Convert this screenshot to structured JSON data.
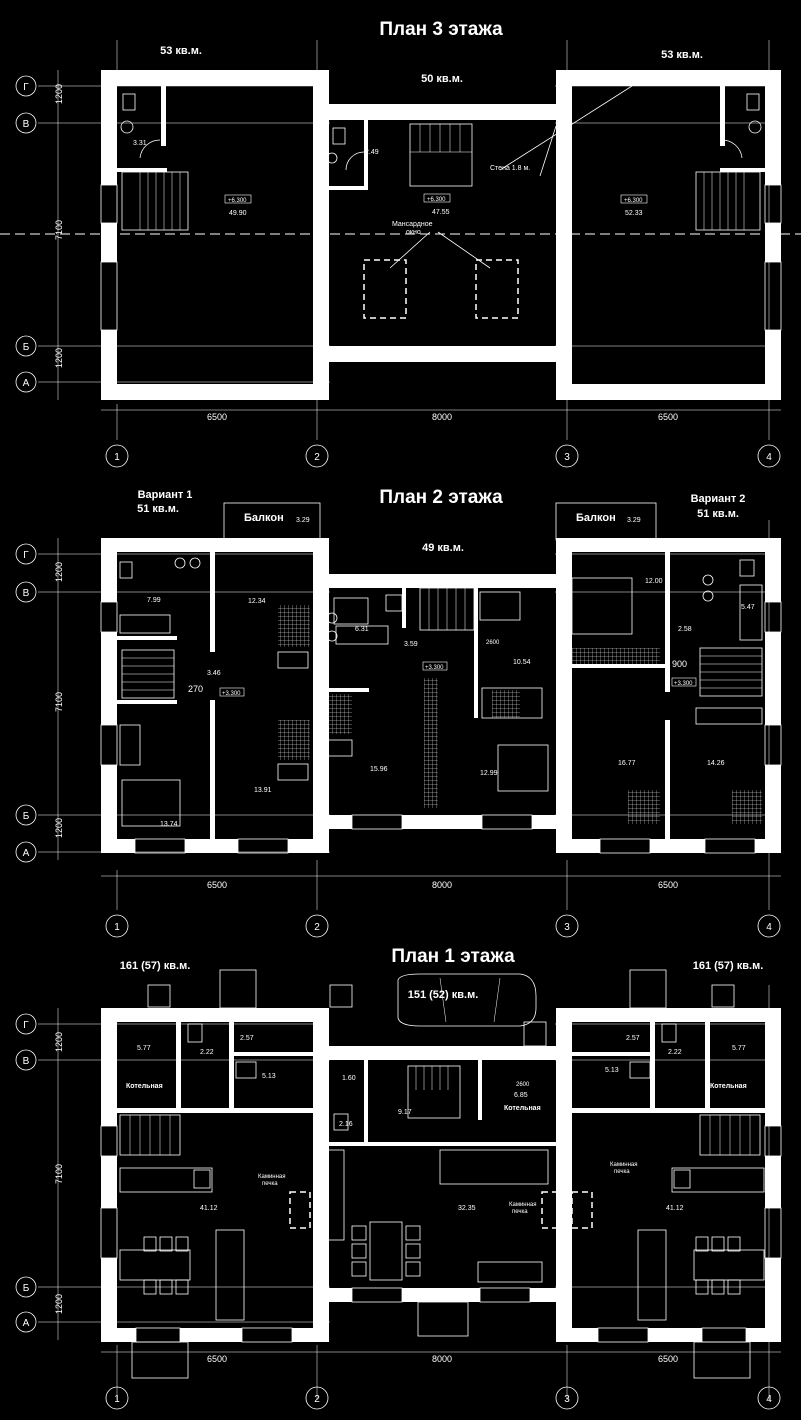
{
  "floor3": {
    "title": "План 3 этажа",
    "left_area": "53 кв.м.",
    "center_area": "50 кв.м.",
    "right_area": "53 кв.м.",
    "rooms": [
      "3.31",
      "2.49",
      "47.55",
      "49.90",
      "52.33"
    ],
    "levels": [
      "+6.300",
      "+6.300",
      "+6.300"
    ],
    "note_wall": "Стена 1.8 м.",
    "note_window_1": "Мансардное",
    "note_window_2": "окно"
  },
  "floor2": {
    "title": "План 2 этажа",
    "left_variant": "Вариант 1",
    "left_area": "51 кв.м.",
    "center_area": "49 кв.м.",
    "right_variant": "Вариант 2",
    "right_area": "51 кв.м.",
    "balcony": "Балкон",
    "balcony_area": "3.29",
    "rooms_left": [
      "7.99",
      "12.34",
      "3.46",
      "13.91",
      "13.74"
    ],
    "rooms_center": [
      "6.31",
      "3.59",
      "10.54",
      "15.96",
      "12.99"
    ],
    "rooms_right": [
      "12.00",
      "5.47",
      "2.58",
      "16.77",
      "14.26"
    ],
    "dims": [
      "270",
      "900",
      "2600"
    ],
    "levels": [
      "+3.300",
      "+3.300",
      "+3.300"
    ]
  },
  "floor1": {
    "title": "План 1 этажа",
    "left_area": "161 (57) кв.м.",
    "center_area": "151 (52) кв.м.",
    "right_area": "161 (57) кв.м.",
    "boiler": "Котельная",
    "fireplace_1": "Каминная",
    "fireplace_2": "печка",
    "rooms_left": [
      "5.77",
      "2.22",
      "2.57",
      "5.13",
      "41.12"
    ],
    "rooms_center": [
      "1.60",
      "9.17",
      "6.85",
      "2.16",
      "32.35"
    ],
    "rooms_right": [
      "2.57",
      "2.22",
      "5.77",
      "5.13",
      "41.12"
    ],
    "dim_2600": "2600"
  },
  "axes": {
    "letters": [
      "Г",
      "В",
      "Б",
      "А"
    ],
    "numbers": [
      "1",
      "2",
      "3",
      "4"
    ],
    "dim_v": [
      "1200",
      "7100",
      "1200"
    ],
    "dim_h": [
      "6500",
      "8000",
      "6500"
    ]
  }
}
